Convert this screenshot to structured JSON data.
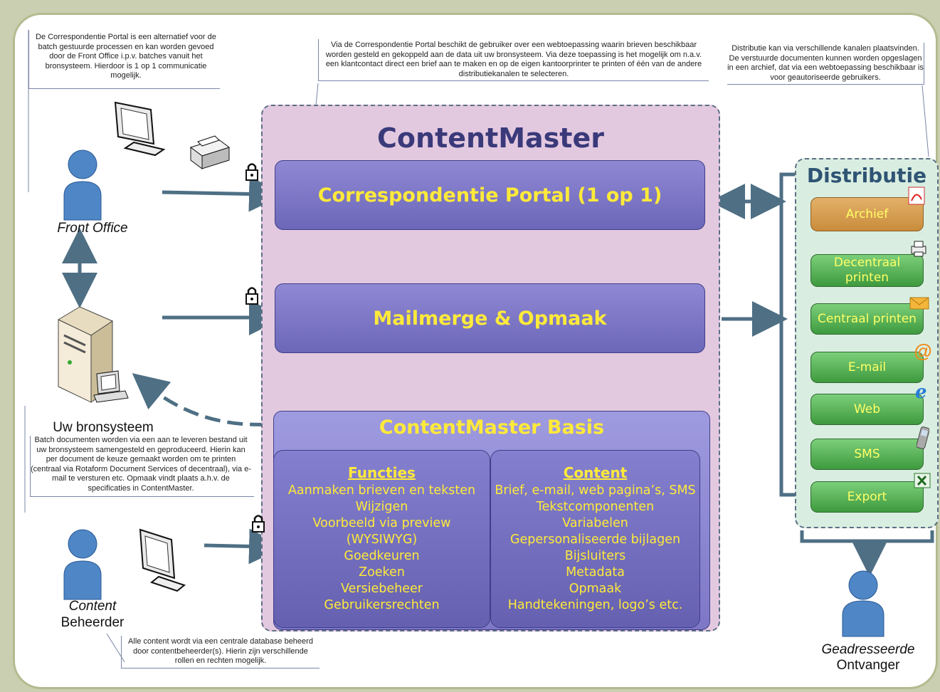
{
  "notes": {
    "top_left": "De Correspondentie Portal is een alternatief voor de batch gestuurde processen en kan worden gevoed door de Front Office i.p.v. batches vanuit het bronsysteem. Hierdoor is 1 op 1 communicatie mogelijk.",
    "top_center": "Via de Correspondentie Portal beschikt de gebruiker over een webtoepassing waarin brieven beschikbaar worden gesteld en gekoppeld aan de data uit uw bronsysteem. Via deze toepassing is het mogelijk om n.a.v. een klantcontact direct een brief aan te maken en op de eigen kantoorprinter te printen of één van de andere distributiekanalen te selecteren.",
    "top_right": "Distributie kan via verschillende kanalen plaatsvinden. De verstuurde documenten kunnen worden opgeslagen in een archief, dat via een webtoepassing beschikbaar is voor geautoriseerde gebruikers.",
    "bron": "Batch documenten worden via een aan te leveren bestand uit uw bronsysteem samengesteld en geproduceerd. Hierin kan per document de keuze gemaakt worden om te printen (centraal via Rotaform Document Services of decentraal), via e-mail te versturen etc. Opmaak vindt plaats a.h.v. de specificaties in ContentMaster.",
    "beheerder": "Alle content wordt via een centrale database beheerd door contentbeheerder(s). Hierin zijn verschillende rollen en rechten mogelijk."
  },
  "actors": {
    "front_office": "Front Office",
    "bronsysteem": "Uw bronsysteem",
    "content": "Content",
    "beheerder": "Beheerder",
    "geadresseerde": "Geadresseerde",
    "ontvanger": "Ontvanger"
  },
  "contentmaster": {
    "title": "ContentMaster",
    "portal": "Correspondentie Portal (1 op 1)",
    "mailmerge": "Mailmerge & Opmaak",
    "basis_title": "ContentMaster Basis",
    "functies_header": "Functies",
    "functies": [
      "Aanmaken brieven en teksten",
      "Wijzigen",
      "Voorbeeld via preview",
      "(WYSIWYG)",
      "Goedkeuren",
      "Zoeken",
      "Versiebeheer",
      "Gebruikersrechten"
    ],
    "content_header": "Content",
    "content": [
      "Brief, e-mail, web pagina’s, SMS",
      "Tekstcomponenten",
      "Variabelen",
      "Gepersonaliseerde bijlagen",
      "Bijsluiters",
      "Metadata",
      "Opmaak",
      "Handtekeningen, logo’s etc."
    ]
  },
  "distributie": {
    "title": "Distributie",
    "channels": [
      {
        "label": "Archief",
        "icon": "pdf-icon"
      },
      {
        "label": "Decentraal printen",
        "icon": "printer-icon"
      },
      {
        "label": "Centraal printen",
        "icon": "envelope-icon"
      },
      {
        "label": "E-mail",
        "icon": "at-icon"
      },
      {
        "label": "Web",
        "icon": "browser-icon"
      },
      {
        "label": "SMS",
        "icon": "phone-icon"
      },
      {
        "label": "Export",
        "icon": "excel-icon"
      }
    ]
  },
  "colors": {
    "background": "#c9cfb0",
    "contentmaster_area": "#e3c9e0",
    "blue_box": "#7d77c6",
    "yellow_text": "#ffea3a",
    "distributie_area": "#d9eee1",
    "channel_green": "#5cb85c",
    "channel_orange": "#d9a052",
    "arrow": "#4e6f84"
  }
}
